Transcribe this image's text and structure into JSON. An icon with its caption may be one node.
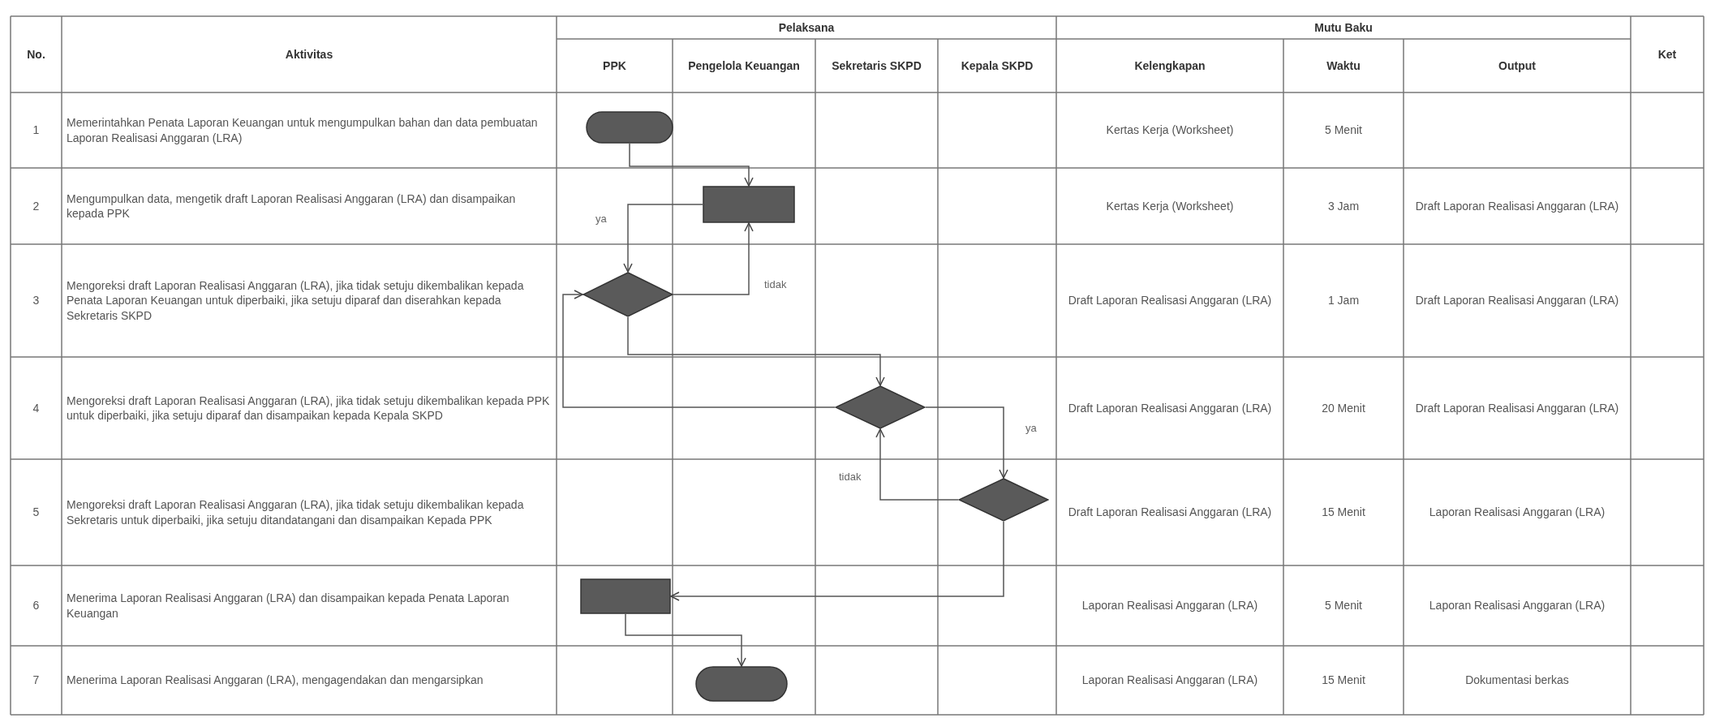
{
  "diagram": {
    "nodes": [
      {
        "text": [],
        "shape": "oval"
      },
      {
        "text": [],
        "shape": "box"
      },
      {
        "text": [],
        "shape": "diamond"
      },
      {
        "text": [],
        "shape": "diamond"
      },
      {
        "text": [],
        "shape": "diamond"
      },
      {
        "text": [],
        "shape": "box"
      },
      {
        "text": [],
        "shape": "oval"
      }
    ],
    "edges": [
      {
        "from": 0,
        "to": 1,
        "arrow": "to"
      },
      {
        "from": 1,
        "to": 2,
        "arrow": "to",
        "label": "ya"
      },
      {
        "from": 2,
        "to": 1,
        "arrow": "to",
        "label": "tidak"
      },
      {
        "from": 2,
        "to": 3,
        "arrow": "to"
      },
      {
        "from": 3,
        "to": 2,
        "arrow": "to"
      },
      {
        "from": 3,
        "to": 4,
        "arrow": "to",
        "label": "ya"
      },
      {
        "from": 4,
        "to": 3,
        "arrow": "to",
        "label": "tidak"
      },
      {
        "from": 4,
        "to": 5,
        "arrow": "to"
      },
      {
        "from": 5,
        "to": 6,
        "arrow": "to"
      }
    ],
    "labels": [
      "No.",
      "Aktivitas",
      "Pelaksana",
      "Mutu Baku",
      "Ket",
      "PPK",
      "Pengelola Keuangan",
      "Sekretaris SKPD",
      "Kepala SKPD",
      "Kelengkapan",
      "Waktu",
      "Output",
      "1",
      "Memerintahkan Penata Laporan Keuangan untuk mengumpulkan bahan dan data pembuatan Laporan Realisasi Anggaran (LRA)",
      "Kertas Kerja (Worksheet)",
      "5 Menit",
      "2",
      "Mengumpulkan data, mengetik draft Laporan Realisasi Anggaran (LRA) dan disampaikan kepada PPK",
      "Kertas Kerja (Worksheet)",
      "3 Jam",
      "Draft Laporan Realisasi Anggaran (LRA)",
      "3",
      "Mengoreksi draft Laporan Realisasi Anggaran (LRA), jika tidak setuju dikembalikan kepada Penata Laporan Keuangan untuk diperbaiki, jika setuju diparaf dan diserahkan kepada Sekretaris SKPD",
      "Draft Laporan Realisasi Anggaran (LRA)",
      "1 Jam",
      "Draft Laporan Realisasi Anggaran (LRA)",
      "4",
      "Mengoreksi draft Laporan Realisasi Anggaran (LRA), jika tidak setuju dikembalikan kepada PPK untuk diperbaiki, jika setuju diparaf dan disampaikan kepada Kepala SKPD",
      "Draft Laporan Realisasi Anggaran (LRA)",
      "20 Menit",
      "Draft Laporan Realisasi Anggaran (LRA)",
      "5",
      "Mengoreksi draft Laporan Realisasi Anggaran (LRA), jika tidak setuju dikembalikan kepada Sekretaris untuk diperbaiki, jika setuju ditandatangani dan disampaikan Kepada PPK",
      "Draft Laporan Realisasi Anggaran (LRA)",
      "15 Menit",
      "Laporan Realisasi Anggaran (LRA)",
      "6",
      "Menerima Laporan Realisasi Anggaran (LRA) dan disampaikan kepada Penata Laporan Keuangan",
      "Laporan Realisasi Anggaran (LRA)",
      "5 Menit",
      "Laporan Realisasi Anggaran (LRA)",
      "7",
      "Menerima Laporan Realisasi Anggaran (LRA), mengagendakan dan mengarsipkan",
      "Laporan Realisasi Anggaran (LRA)",
      "15 Menit",
      "Dokumentasi berkas"
    ]
  }
}
